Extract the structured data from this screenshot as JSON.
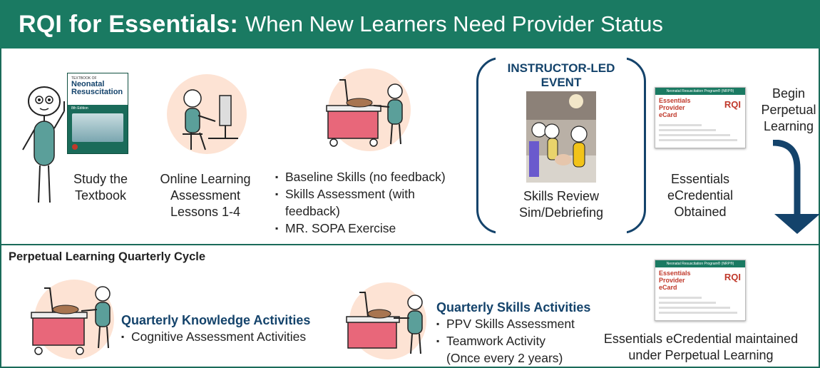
{
  "header": {
    "title_bold": "RQI for Essentials:",
    "title_rest": "When New Learners Need Provider Status"
  },
  "steps": {
    "textbook": {
      "label_lines": [
        "Study the",
        "Textbook"
      ],
      "book_small": "TEXTBOOK OF",
      "book_title": "Neonatal Resuscitation",
      "book_edition": "8th Edition"
    },
    "online": {
      "label_lines": [
        "Online Learning",
        "Assessment",
        "Lessons 1-4"
      ]
    },
    "skills": {
      "bullets": [
        "Baseline Skills (no feedback)",
        "Skills Assessment (with",
        "feedback)",
        "MR. SOPA Exercise"
      ]
    },
    "instructor": {
      "title_lines": [
        "INSTRUCTOR-LED",
        "EVENT"
      ],
      "label_lines": [
        "Skills Review",
        "Sim/Debriefing"
      ]
    },
    "ecred": {
      "label_lines": [
        "Essentials",
        "eCredential",
        "Obtained"
      ],
      "card_title": "Essentials Provider eCard",
      "card_program": "Neonatal Resuscitation Program® (NRP®)"
    },
    "begin": {
      "label_lines": [
        "Begin",
        "Perpetual",
        "Learning"
      ]
    }
  },
  "cycle": {
    "title": "Perpetual Learning Quarterly Cycle",
    "knowledge": {
      "title": "Quarterly Knowledge Activities",
      "bullets": [
        "Cognitive Assessment Activities"
      ]
    },
    "skills": {
      "title": "Quarterly Skills Activities",
      "bullets": [
        "PPV Skills Assessment",
        "Teamwork Activity"
      ],
      "note": "(Once every 2 years)"
    },
    "maintained": {
      "label_lines": [
        "Essentials eCredential maintained",
        "under Perpetual Learning"
      ],
      "card_title": "Essentials Provider eCard",
      "card_program": "Neonatal Resuscitation Program® (NRP®)"
    }
  },
  "colors": {
    "header": "#1a7a62",
    "navy": "#14436b",
    "peach": "#fde3d4",
    "cart_pink": "#e8677a",
    "figure_teal": "#5b9f9a"
  },
  "icons": [
    "stick-figure-icon",
    "textbook-icon",
    "computer-learner-icon",
    "skills-station-icon",
    "sim-photo-icon",
    "ecard-icon",
    "down-arrow-icon"
  ]
}
